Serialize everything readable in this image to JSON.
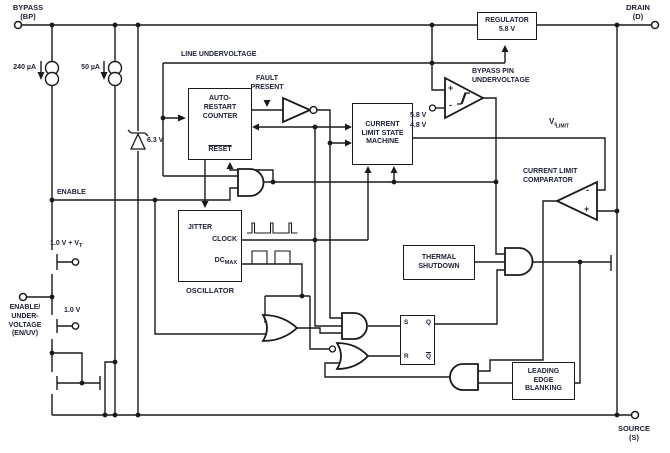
{
  "pins": {
    "bypass": {
      "name": "BYPASS",
      "sub": "(BP)"
    },
    "drain": {
      "name": "DRAIN",
      "sub": "(D)"
    },
    "source": {
      "name": "SOURCE",
      "sub": "(S)"
    },
    "enuv": {
      "l1": "ENABLE/",
      "l2": "UNDER-",
      "l3": "VOLTAGE",
      "l4": "(EN/UV)"
    }
  },
  "current_sources": {
    "cs240": "240 µA",
    "cs50": "50 µA"
  },
  "zener": {
    "value": "6.3 V"
  },
  "signals": {
    "line_undervoltage": "LINE UNDERVOLTAGE",
    "fault1": "FAULT",
    "fault2": "PRESENT",
    "enable": "ENABLE",
    "bypass_uv1": "BYPASS PIN",
    "bypass_uv2": "UNDERVOLTAGE",
    "ref_high": "5.8 V",
    "ref_low": "4.8 V",
    "vilimit": {
      "v": "V",
      "i": "I",
      "limit": "LIMIT"
    },
    "clc1": "CURRENT LIMIT",
    "clc2": "COMPARATOR",
    "gate_hi": {
      "main": "1.0 V + V",
      "sub": "T"
    },
    "gate_lo": "1.0 V"
  },
  "blocks": {
    "regulator": {
      "l1": "REGULATOR",
      "l2": "5.8 V"
    },
    "arc": {
      "l1": "AUTO-",
      "l2": "RESTART",
      "l3": "COUNTER",
      "reset": "RESET"
    },
    "clsm": {
      "l1": "CURRENT",
      "l2": "LIMIT STATE",
      "l3": "MACHINE"
    },
    "thermal": {
      "l1": "THERMAL",
      "l2": "SHUTDOWN"
    },
    "leb": {
      "l1": "LEADING",
      "l2": "EDGE",
      "l3": "BLANKING"
    },
    "oscillator": {
      "jitter": "JITTER",
      "clock": "CLOCK",
      "dc": "DC",
      "dcsub": "MAX",
      "title": "OSCILLATOR"
    },
    "latch": {
      "s": "S",
      "q": "Q",
      "r": "R",
      "qbar": "Q"
    }
  },
  "marks": {
    "plus": "+",
    "minus": "-"
  },
  "colors": {
    "wire": "#1a1a1a",
    "text": "#1b2035",
    "background": "#ffffff"
  }
}
